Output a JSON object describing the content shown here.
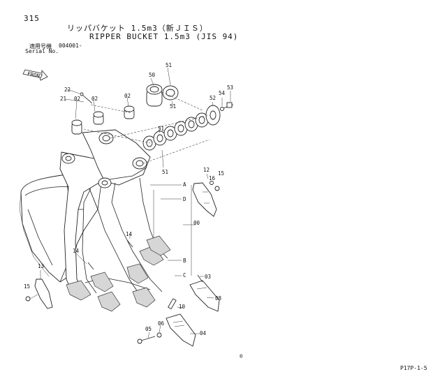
{
  "page": {
    "number": "315",
    "title_jp": "リッパバケット 1.5m3（新ＪＩＳ）",
    "title_en": "RIPPER BUCKET 1.5m3 (JIS 94)",
    "applicable_label_jp": "適用号機",
    "serial_label": "Serial No.",
    "serial_value": "004001-",
    "front_label": "FRONT",
    "footer_code": "P17P-1-5",
    "circle_mark": "®"
  },
  "callouts": [
    "00",
    "02",
    "02",
    "02",
    "03",
    "04",
    "05",
    "06",
    "08",
    "10",
    "12",
    "13",
    "14",
    "14",
    "15",
    "15",
    "16",
    "21",
    "22",
    "50",
    "51",
    "51",
    "51",
    "51",
    "52",
    "53",
    "54"
  ],
  "section_letters": [
    "A",
    "D",
    "B",
    "C"
  ]
}
